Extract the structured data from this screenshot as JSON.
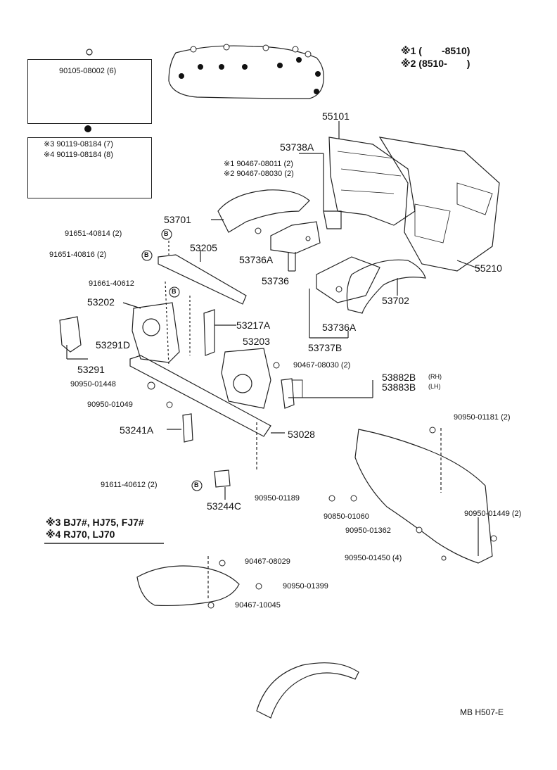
{
  "legend_top": {
    "note1": "※1 (　　-8510)",
    "note2": "※2 (8510-　　)"
  },
  "legend_bottom": {
    "note3": "※3 BJ7#, HJ75, FJ7#",
    "note4": "※4 RJ70, LJ70"
  },
  "inset_boxes": {
    "box1_bolt": "90105-08002 (6)",
    "box2_line1": "※3 90119-08184 (7)",
    "box2_line2": "※4 90119-08184 (8)"
  },
  "parts": {
    "p55101": "55101",
    "p53738A": "53738A",
    "p90467_08011": "※1 90467-08011 (2)",
    "p90467_08030_n2": "※2 90467-08030 (2)",
    "p53701": "53701",
    "p91651_40814": "91651-40814 (2)",
    "p91651_40816": "91651-40816 (2)",
    "p53205": "53205",
    "p53736A_a": "53736A",
    "p53736": "53736",
    "p91661_40612": "91661-40612",
    "p53202": "53202",
    "p53217A": "53217A",
    "p53291D": "53291D",
    "p53203": "53203",
    "p53291": "53291",
    "p90467_08030": "90467-08030 (2)",
    "p53882B": "53882B",
    "p53882B_side": "(RH)",
    "p53883B": "53883B",
    "p53883B_side": "(LH)",
    "p90950_01448": "90950-01448",
    "p90950_01049": "90950-01049",
    "p53241A": "53241A",
    "p53028": "53028",
    "p91611_40612": "91611-40612 (2)",
    "p53244C": "53244C",
    "p55210": "55210",
    "p53702": "53702",
    "p53736A_b": "53736A",
    "p53737B": "53737B",
    "p90950_01181": "90950-01181 (2)",
    "p90950_01189": "90950-01189",
    "p90850_01060": "90850-01060",
    "p90950_01449": "90950-01449 (2)",
    "p90950_01362": "90950-01362",
    "p90950_01450": "90950-01450 (4)",
    "p90467_08029": "90467-08029",
    "p90950_01399": "90950-01399",
    "p90467_10045": "90467-10045"
  },
  "clip_marker": "B",
  "footer": {
    "code": "MB  H507-E"
  }
}
